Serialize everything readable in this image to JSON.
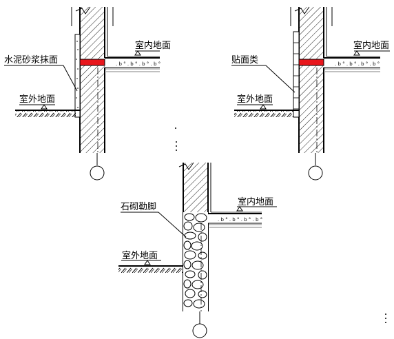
{
  "colors": {
    "line": "#000000",
    "damp_proof_course": "#e8161c",
    "background": "#ffffff"
  },
  "details": [
    {
      "id": "detail-cement-mortar-plinth",
      "plinth_label": "水泥砂浆抹面",
      "indoor_label": "室内地面",
      "outdoor_label": "室外地面"
    },
    {
      "id": "detail-tile-plinth",
      "plinth_label": "贴面类",
      "indoor_label": "室内地面",
      "outdoor_label": "室外地面"
    },
    {
      "id": "detail-stone-plinth",
      "plinth_label": "石砌勒脚",
      "indoor_label": "室内地面",
      "outdoor_label": "室外地面"
    }
  ]
}
